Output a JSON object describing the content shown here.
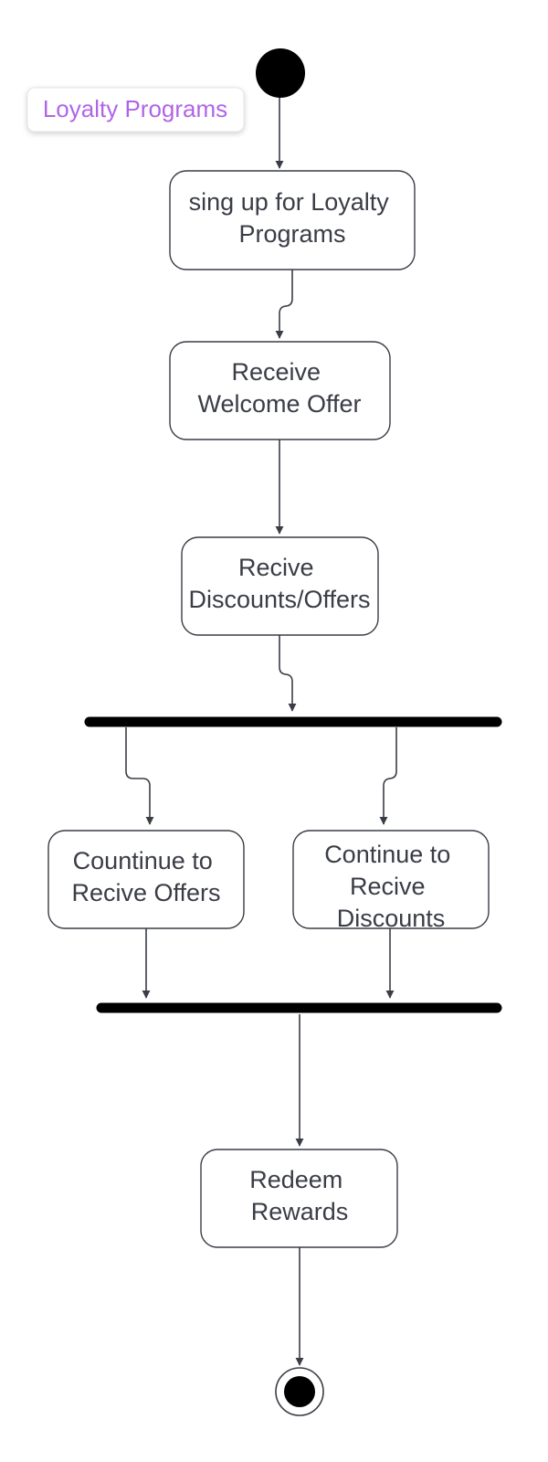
{
  "colors": {
    "title_text": "#b065e8",
    "node_stroke": "#3a3d46",
    "node_text": "#3a3d46",
    "bar": "#000000",
    "start_node": "#000000"
  },
  "title_note": {
    "text": "Loyalty Programs"
  },
  "activities": {
    "sign_up": {
      "lines": [
        "sing up for Loyalty",
        "Programs"
      ]
    },
    "welcome_offer": {
      "lines": [
        "Receive",
        "Welcome Offer"
      ]
    },
    "discounts_offers": {
      "lines": [
        "Recive",
        "Discounts/Offers"
      ]
    },
    "continue_offers": {
      "lines": [
        "Countinue to",
        "Recive Offers"
      ]
    },
    "continue_discounts": {
      "lines": [
        "Continue to",
        "Recive",
        "Discounts"
      ]
    },
    "redeem": {
      "lines": [
        "Redeem",
        "Rewards"
      ]
    }
  }
}
